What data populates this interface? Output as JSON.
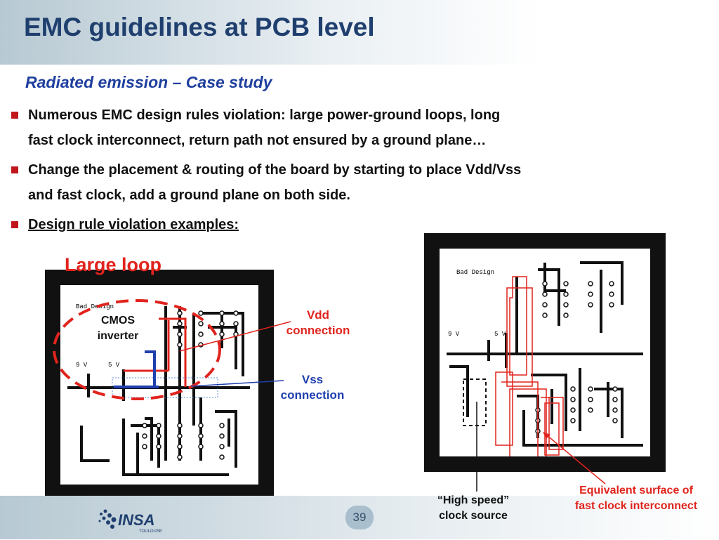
{
  "header": {
    "title": "EMC guidelines at PCB level"
  },
  "subtitle": "Radiated emission – Case study",
  "bullets": [
    {
      "line1": "Numerous EMC design rules violation: large power-ground loops, long",
      "line2": "fast clock interconnect, return path not ensured by a ground plane…"
    },
    {
      "line1": "Change the placement & routing of the board by starting to place Vdd/Vss",
      "line2": "and fast clock, add a ground plane on both side."
    },
    {
      "line1": "Design rule violation examples:"
    }
  ],
  "left_pcb": {
    "board_title": "Bad Design",
    "supply_labels": [
      "9 V",
      "5 V"
    ],
    "large_loop_label": "Large loop",
    "cmos_label_line1": "CMOS",
    "cmos_label_line2": "inverter",
    "vdd_line1": "Vdd",
    "vdd_line2": "connection",
    "vss_line1": "Vss",
    "vss_line2": "connection"
  },
  "right_pcb": {
    "board_title": "Bad Design",
    "supply_labels": [
      "9 V",
      "5 V"
    ],
    "clock_line1": "“High speed”",
    "clock_line2": "clock source",
    "equiv_line1": "Equivalent surface of",
    "equiv_line2": "fast clock interconnect"
  },
  "footer": {
    "page_number": "39",
    "logo_text": "INSA",
    "logo_subtext": "TOULOUSE"
  },
  "colors": {
    "title": "#1f3f6e",
    "accent_red": "#e0241d",
    "accent_blue": "#1f3fae",
    "bullet": "#c0161c"
  }
}
